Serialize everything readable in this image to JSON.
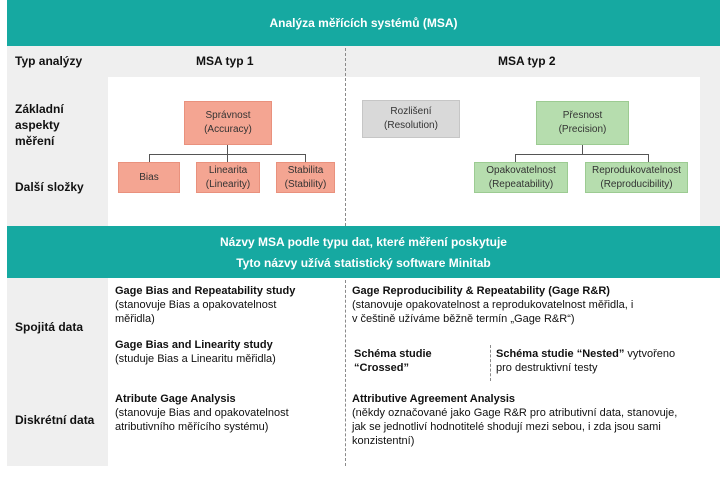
{
  "title": "Analýza měřících systémů (MSA)",
  "header": {
    "row_label": "Typ analýzy",
    "col1": "MSA typ 1",
    "col2": "MSA typ 2"
  },
  "rows": {
    "basic": [
      "Základní",
      "aspekty",
      "měření"
    ],
    "other": "Další složky",
    "continuous": "Spojitá data",
    "discrete": "Diskrétní data"
  },
  "diagram1": {
    "top": [
      "Správnost",
      "(Accuracy)"
    ],
    "bias": "Bias",
    "linearity": [
      "Linearita",
      "(Linearity)"
    ],
    "stability": [
      "Stabilita",
      "(Stability)"
    ]
  },
  "diagram2": {
    "resolution": [
      "Rozlišení",
      "(Resolution)"
    ],
    "precision": [
      "Přesnost",
      "(Precision)"
    ],
    "repeatability": [
      "Opakovatelnost",
      "(Repeatability)"
    ],
    "reproducibility": [
      "Reprodukovatelnost",
      "(Reproducibility)"
    ]
  },
  "mid_band": {
    "line1": "Názvy MSA podle typu dat, které měření poskytuje",
    "line2": "Tyto názvy užívá statistický software Minitab"
  },
  "continuous": {
    "c1_title1": "Gage Bias and Repeatability study",
    "c1_desc1": [
      "(stanovuje Bias a opakovatelnost",
      "měřidla)"
    ],
    "c1_title2": "Gage Bias and Linearity study",
    "c1_desc2": "(studuje Bias a Linearitu měřidla)",
    "c2_title": "Gage Reproducibility & Repeatability (Gage R&R)",
    "c2_desc": [
      "(stanovuje opakovatelnost a reprodukovatelnost měřidla, i",
      "v češtině užíváme běžně termín „Gage R&R“)"
    ],
    "crossed": [
      "Schéma studie",
      "“Crossed”"
    ],
    "nested_bold": "Schéma studie “Nested”",
    "nested_rest": " vytvořeno",
    "nested_line2": "pro destruktivní testy"
  },
  "discrete": {
    "c1_title": "Atribute Gage Analysis",
    "c1_desc": [
      "(stanovuje Bias and opakovatelnost",
      "atributivního měřícího systému)"
    ],
    "c2_title": "Attributive Agreement Analysis",
    "c2_desc": [
      "(někdy označované jako Gage R&R pro atributivní data, stanovuje,",
      "jak se jednotliví hodnotitelé shodují mezi sebou, i zda jsou sami",
      "konzistentní)"
    ]
  }
}
